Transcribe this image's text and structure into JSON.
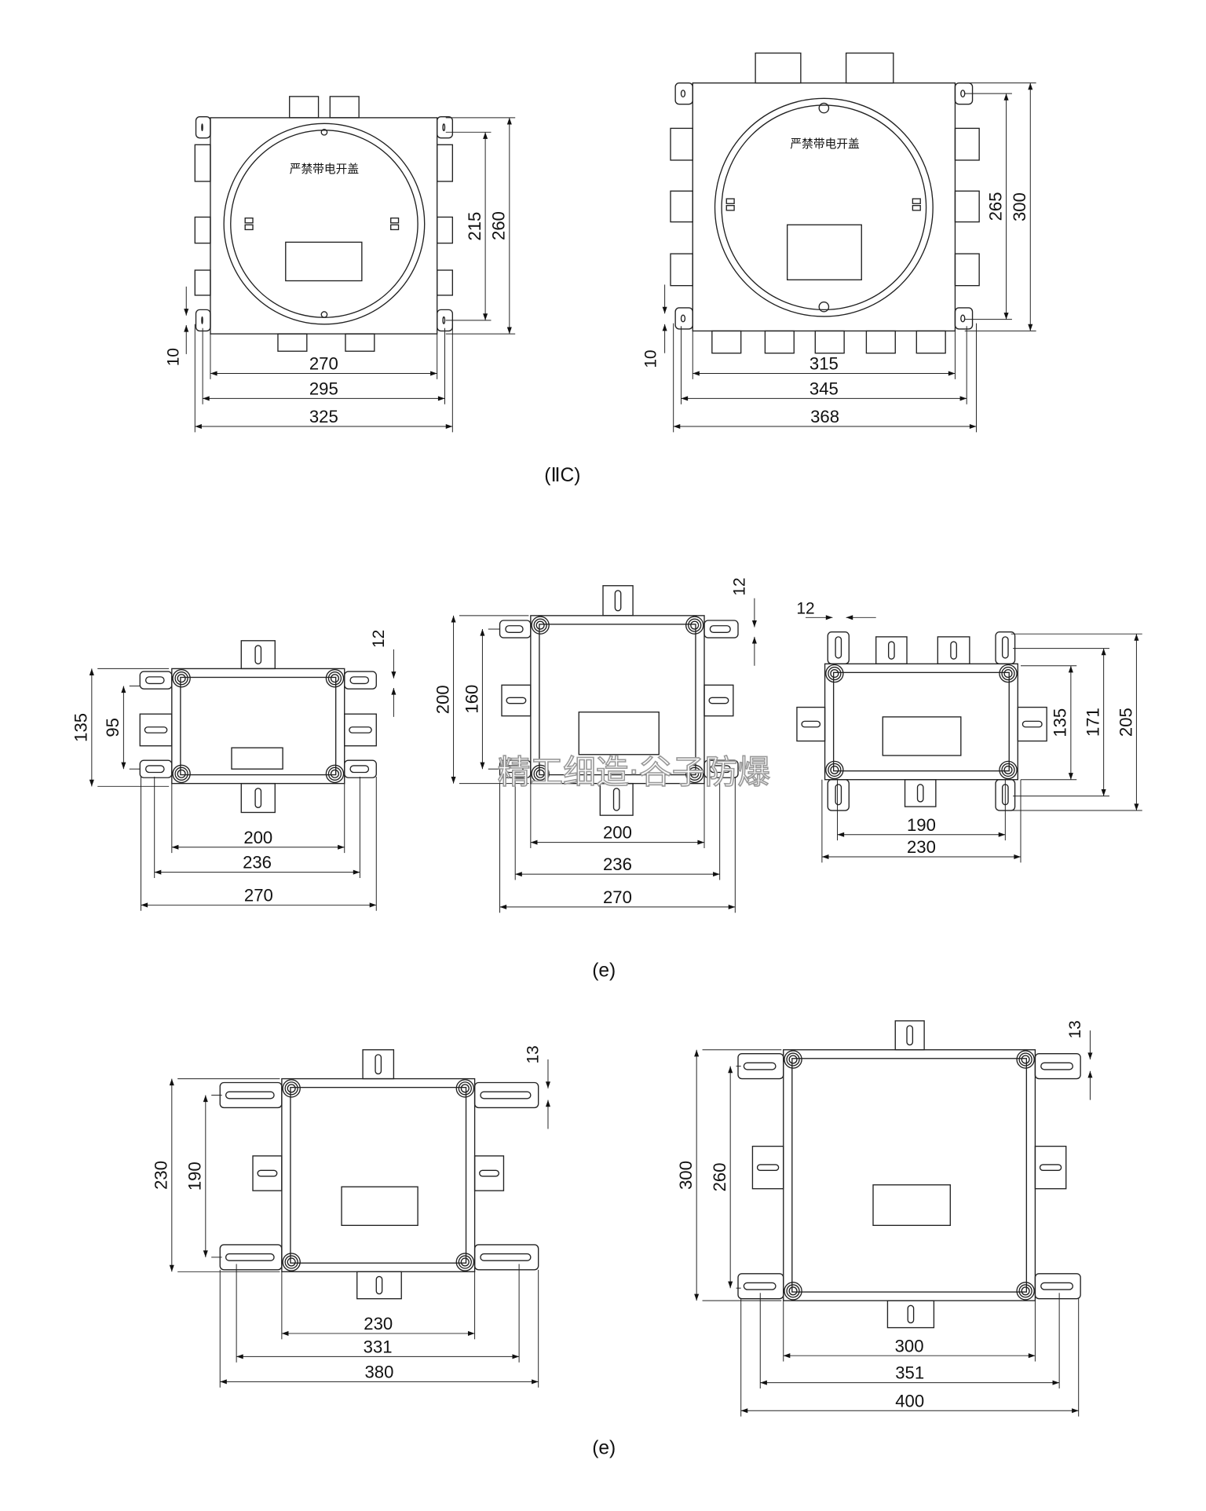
{
  "watermark": "精工细造·谷子防爆",
  "sections": [
    {
      "label": "(ⅡC)"
    },
    {
      "label": "(e)"
    },
    {
      "label": "(e)"
    }
  ],
  "drawings": [
    {
      "cover_text": "严禁带电开盖",
      "dims": {
        "v1": "215",
        "v2": "260",
        "tab": "10",
        "h1": "270",
        "h2": "295",
        "h3": "325"
      }
    },
    {
      "cover_text": "严禁带电开盖",
      "dims": {
        "v1": "265",
        "v2": "300",
        "tab": "10",
        "h1": "315",
        "h2": "345",
        "h3": "368"
      }
    },
    {
      "dims": {
        "v1": "135",
        "v2": "95",
        "tab": "12",
        "h1": "200",
        "h2": "236",
        "h3": "270"
      }
    },
    {
      "dims": {
        "v1": "200",
        "v2": "160",
        "tab": "12",
        "h1": "200",
        "h2": "236",
        "h3": "270"
      }
    },
    {
      "dims": {
        "v1": "135",
        "v2": "171",
        "v3": "205",
        "tab": "12",
        "h1": "190",
        "h2": "230"
      }
    },
    {
      "dims": {
        "v1": "230",
        "v2": "190",
        "tab": "13",
        "h1": "230",
        "h2": "331",
        "h3": "380"
      }
    },
    {
      "dims": {
        "v1": "300",
        "v2": "260",
        "tab": "13",
        "h1": "300",
        "h2": "351",
        "h3": "400"
      }
    }
  ]
}
